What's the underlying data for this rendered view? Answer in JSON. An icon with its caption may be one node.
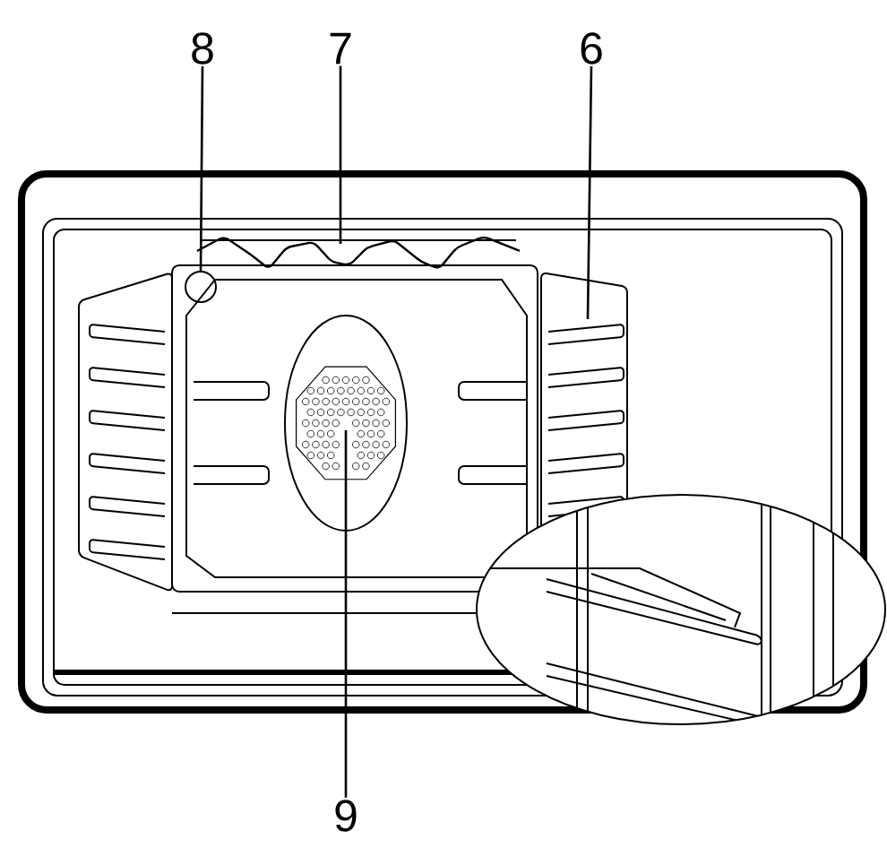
{
  "diagram": {
    "nodes": [
      {
        "text": [
          "8"
        ]
      },
      {
        "text": [
          "7"
        ]
      },
      {
        "text": [
          "6"
        ]
      },
      {
        "text": [
          "9"
        ]
      },
      {
        "text": [],
        "shape": "circle"
      }
    ],
    "edges": [
      {
        "from": 0,
        "to": 4,
        "arrow": "none"
      },
      {
        "from": 1,
        "to": null,
        "arrow": "none"
      },
      {
        "from": 2,
        "to": null,
        "arrow": "none"
      },
      {
        "from": 3,
        "to": null,
        "arrow": "none"
      }
    ]
  }
}
